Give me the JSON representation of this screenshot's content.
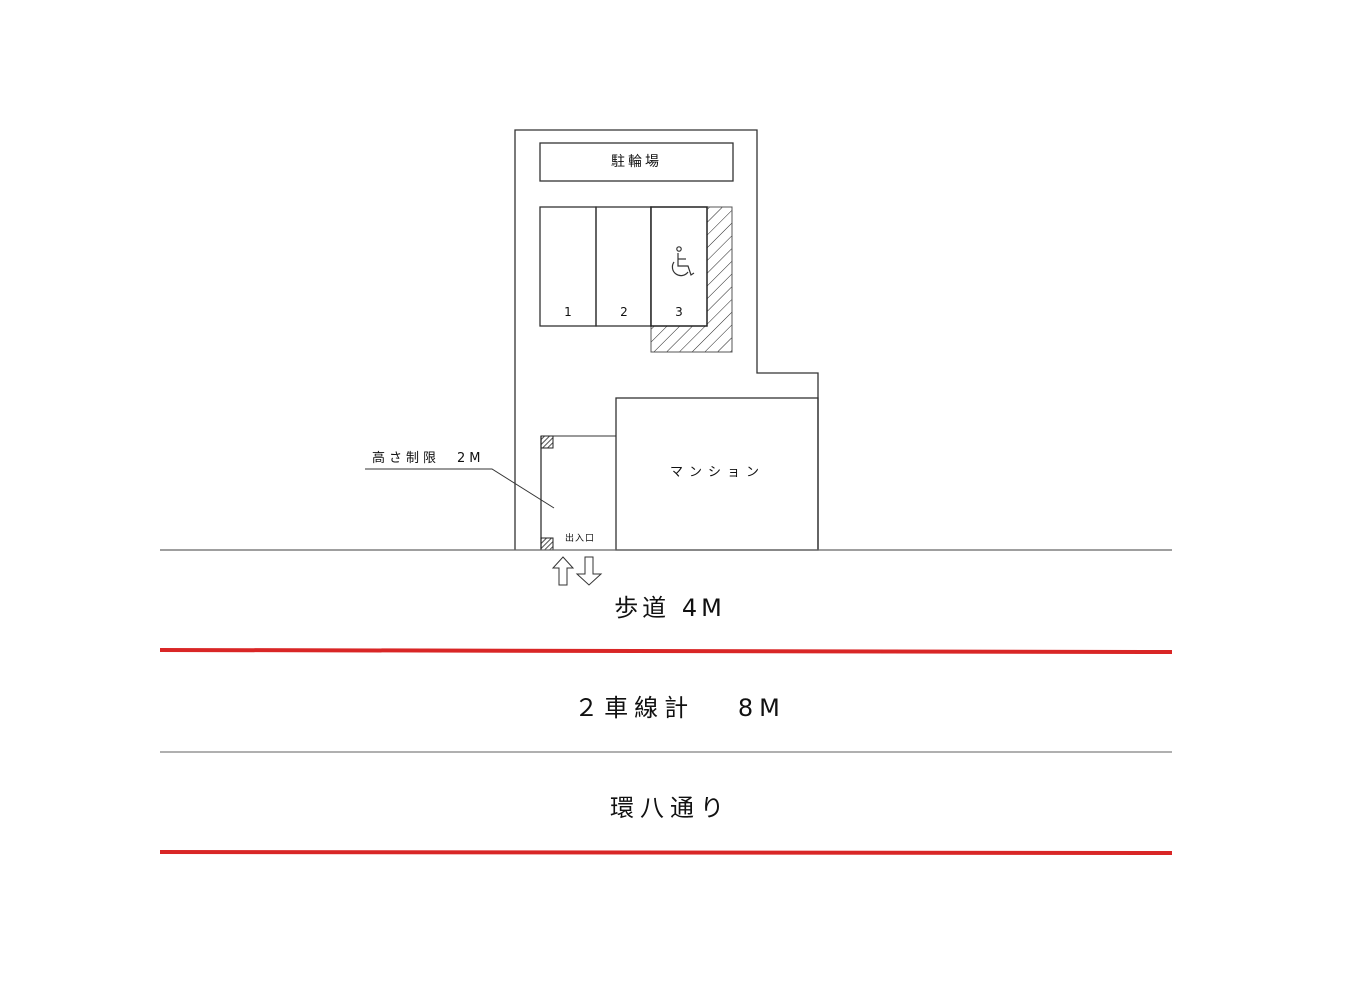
{
  "diagram": {
    "type": "parking-site-plan",
    "labels": {
      "bicycle_parking": "駐輪場",
      "mansion": "マンション",
      "height_limit": "高さ制限　2M",
      "entrance": "出入口",
      "sidewalk": "歩道 4M",
      "lanes": "２車線計　 8M",
      "road_name": "環八通り"
    },
    "parking_spaces": [
      {
        "number": "1",
        "accessible": false
      },
      {
        "number": "2",
        "accessible": false
      },
      {
        "number": "3",
        "accessible": true
      }
    ],
    "icons": {
      "accessible_symbol": "wheelchair-icon",
      "entry_arrow": "arrow-up-icon",
      "exit_arrow": "arrow-down-icon"
    },
    "colors": {
      "line": "#333333",
      "road_edge": "#d92626",
      "lane_divider": "#808080",
      "background": "#ffffff"
    }
  }
}
